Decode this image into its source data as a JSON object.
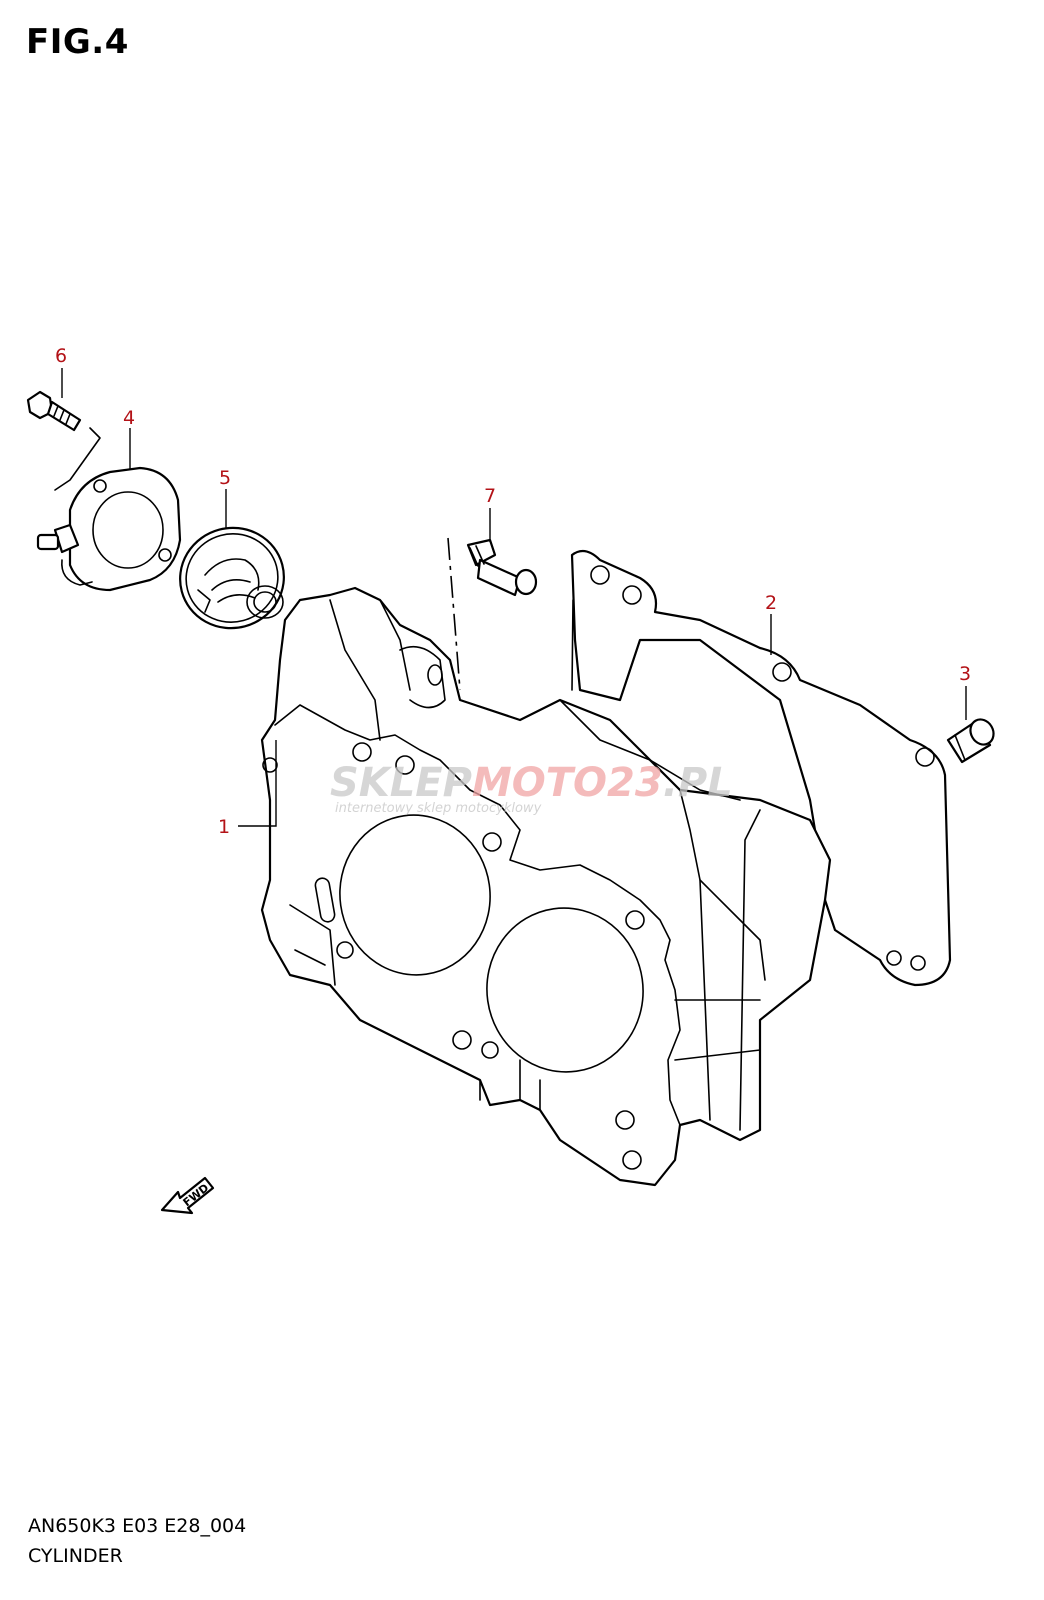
{
  "figure": {
    "title": "FIG.4"
  },
  "callouts": [
    {
      "id": "1",
      "label": "1"
    },
    {
      "id": "2",
      "label": "2"
    },
    {
      "id": "3",
      "label": "3"
    },
    {
      "id": "4",
      "label": "4"
    },
    {
      "id": "5",
      "label": "5"
    },
    {
      "id": "6",
      "label": "6"
    },
    {
      "id": "7",
      "label": "7"
    }
  ],
  "watermark": {
    "brand_a": "SKLEP",
    "brand_b": "MOTO",
    "brand_c": "23",
    "brand_d": ".PL",
    "tagline": "internetowy sklep motocyklowy"
  },
  "direction_marker": {
    "label": "FWD"
  },
  "footer": {
    "model_code": "AN650K3 E03 E28_004",
    "section_name": "CYLINDER"
  },
  "colors": {
    "callout": "#b31217",
    "line": "#000000",
    "watermark_gray": "#c9c9c9",
    "watermark_red": "#f1a5a5"
  }
}
